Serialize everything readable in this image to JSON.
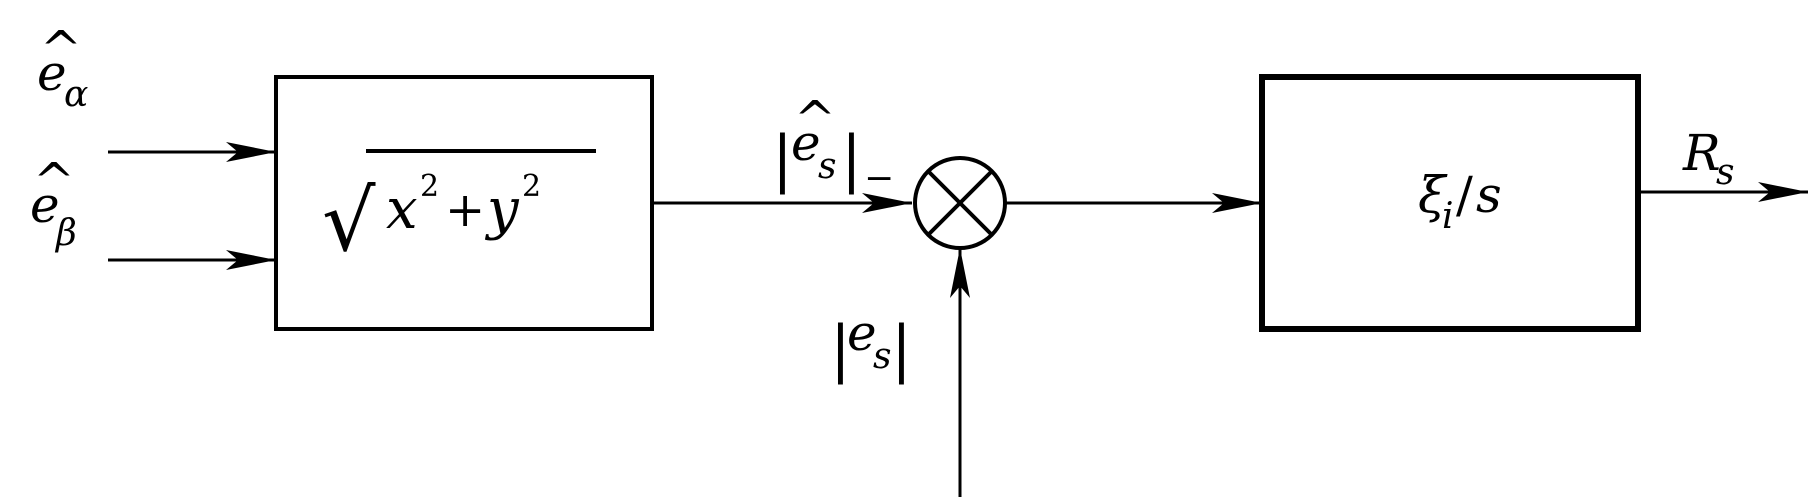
{
  "colors": {
    "stroke": "#000000",
    "background": "#ffffff"
  },
  "inputs": {
    "alpha": {
      "base": "e",
      "hat": "^",
      "subscript": "α"
    },
    "beta": {
      "base": "e",
      "hat": "^",
      "subscript": "β"
    }
  },
  "magnitude_block": {
    "radical": "√",
    "x": "x",
    "exp1": "2",
    "plus": "+",
    "y": "y",
    "exp2": "2"
  },
  "estimated_signal": {
    "bar_left": "|",
    "base": "e",
    "hat": "^",
    "subscript": "s",
    "bar_right": "|",
    "sign": "−"
  },
  "reference_signal": {
    "bar_left": "|",
    "base": "e",
    "subscript": "s",
    "bar_right": "|"
  },
  "integrator_block": {
    "xi": "ξ",
    "sub": "i",
    "slash": "/",
    "s": "s"
  },
  "output": {
    "base": "R",
    "subscript": "s"
  }
}
